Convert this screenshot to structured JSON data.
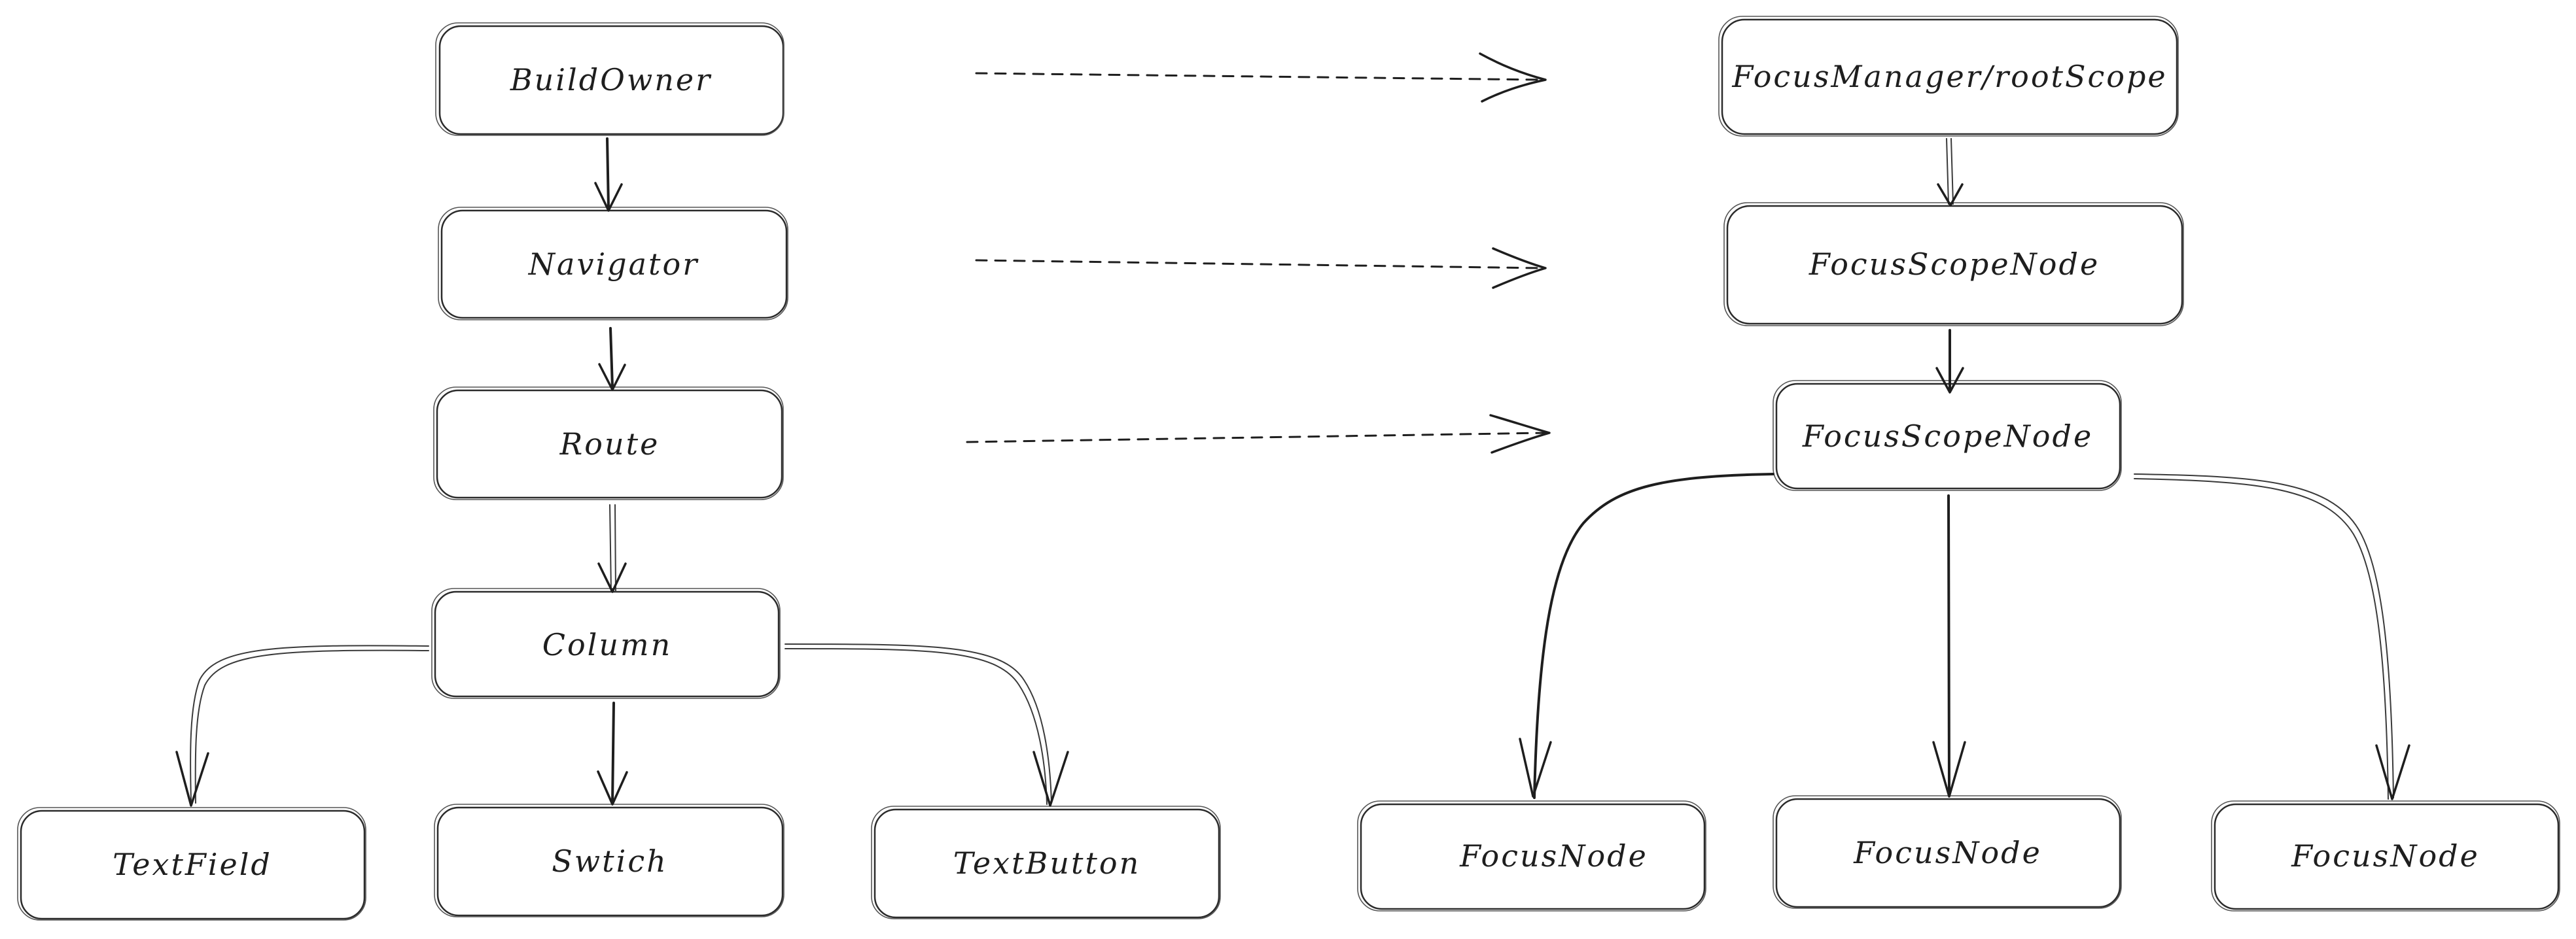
{
  "diagram": {
    "nodes": {
      "build_owner": "BuildOwner",
      "navigator": "Navigator",
      "route": "Route",
      "column": "Column",
      "text_field": "TextField",
      "switch": "Swtich",
      "text_button": "TextButton",
      "focus_manager": "FocusManager/rootScope",
      "focus_scope_node_1": "FocusScopeNode",
      "focus_scope_node_2": "FocusScopeNode",
      "focus_node_1": "FocusNode",
      "focus_node_2": "FocusNode",
      "focus_node_3": "FocusNode"
    }
  }
}
